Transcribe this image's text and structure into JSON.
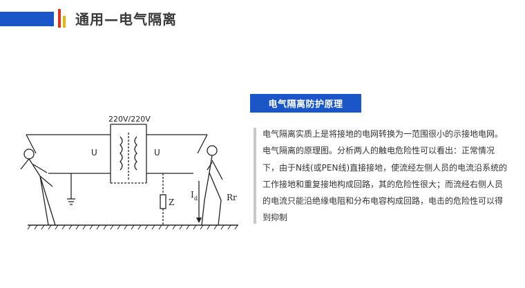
{
  "header": {
    "title": "通用—电气隔离"
  },
  "section": {
    "badge": "电气隔离防护原理"
  },
  "description": {
    "text": "电气隔离实质上是将接地的电网转换为一范围很小的示接地电网。电气隔离的原理图。分析两人的触电危险性可以看出：正常情况下，由于N线(或PEN线)直接接地，使流经左侧人员的电流沿系统的工作接地和重复接地构成回路，其的危险性很大；而流经右侧人员的电流只能沿绝缘电阻和分布电容构成回路，电击的危险性可以得到抑制"
  },
  "diagram": {
    "voltage_label": "220V/220V",
    "left_winding_label": "U",
    "right_winding_label": "U",
    "impedance_label": "Z",
    "current_label": "I",
    "current_subscript": "d",
    "resistance_label": "Rr"
  },
  "colors": {
    "accent_blue": "#1a56c8",
    "accent_red": "#e0301e",
    "accent_yellow": "#f2b300"
  }
}
